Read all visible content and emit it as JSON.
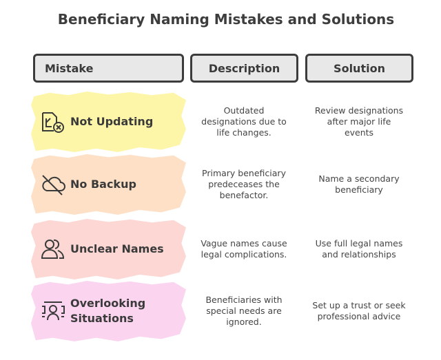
{
  "title": "Beneficiary Naming Mistakes and Solutions",
  "headers": {
    "mistake": "Mistake",
    "description": "Description",
    "solution": "Solution"
  },
  "rows": [
    {
      "mistake": "Not Updating",
      "icon": "document-x-icon",
      "color": "#fdf6a8",
      "description": "Outdated designations due to life changes.",
      "solution": "Review designations after major life events"
    },
    {
      "mistake": "No Backup",
      "icon": "cloud-off-icon",
      "color": "#fde0c6",
      "description": "Primary beneficiary predeceases the benefactor.",
      "solution": "Name a secondary beneficiary"
    },
    {
      "mistake": "Unclear Names",
      "icon": "users-icon",
      "color": "#fcd7d4",
      "description": "Vague names cause legal complications.",
      "solution": "Use full legal names and relationships"
    },
    {
      "mistake": "Overlooking Situations",
      "icon": "person-focus-icon",
      "color": "#fbd4ef",
      "description": "Beneficiaries with special needs are ignored.",
      "solution": "Set up a trust or seek professional advice"
    }
  ]
}
